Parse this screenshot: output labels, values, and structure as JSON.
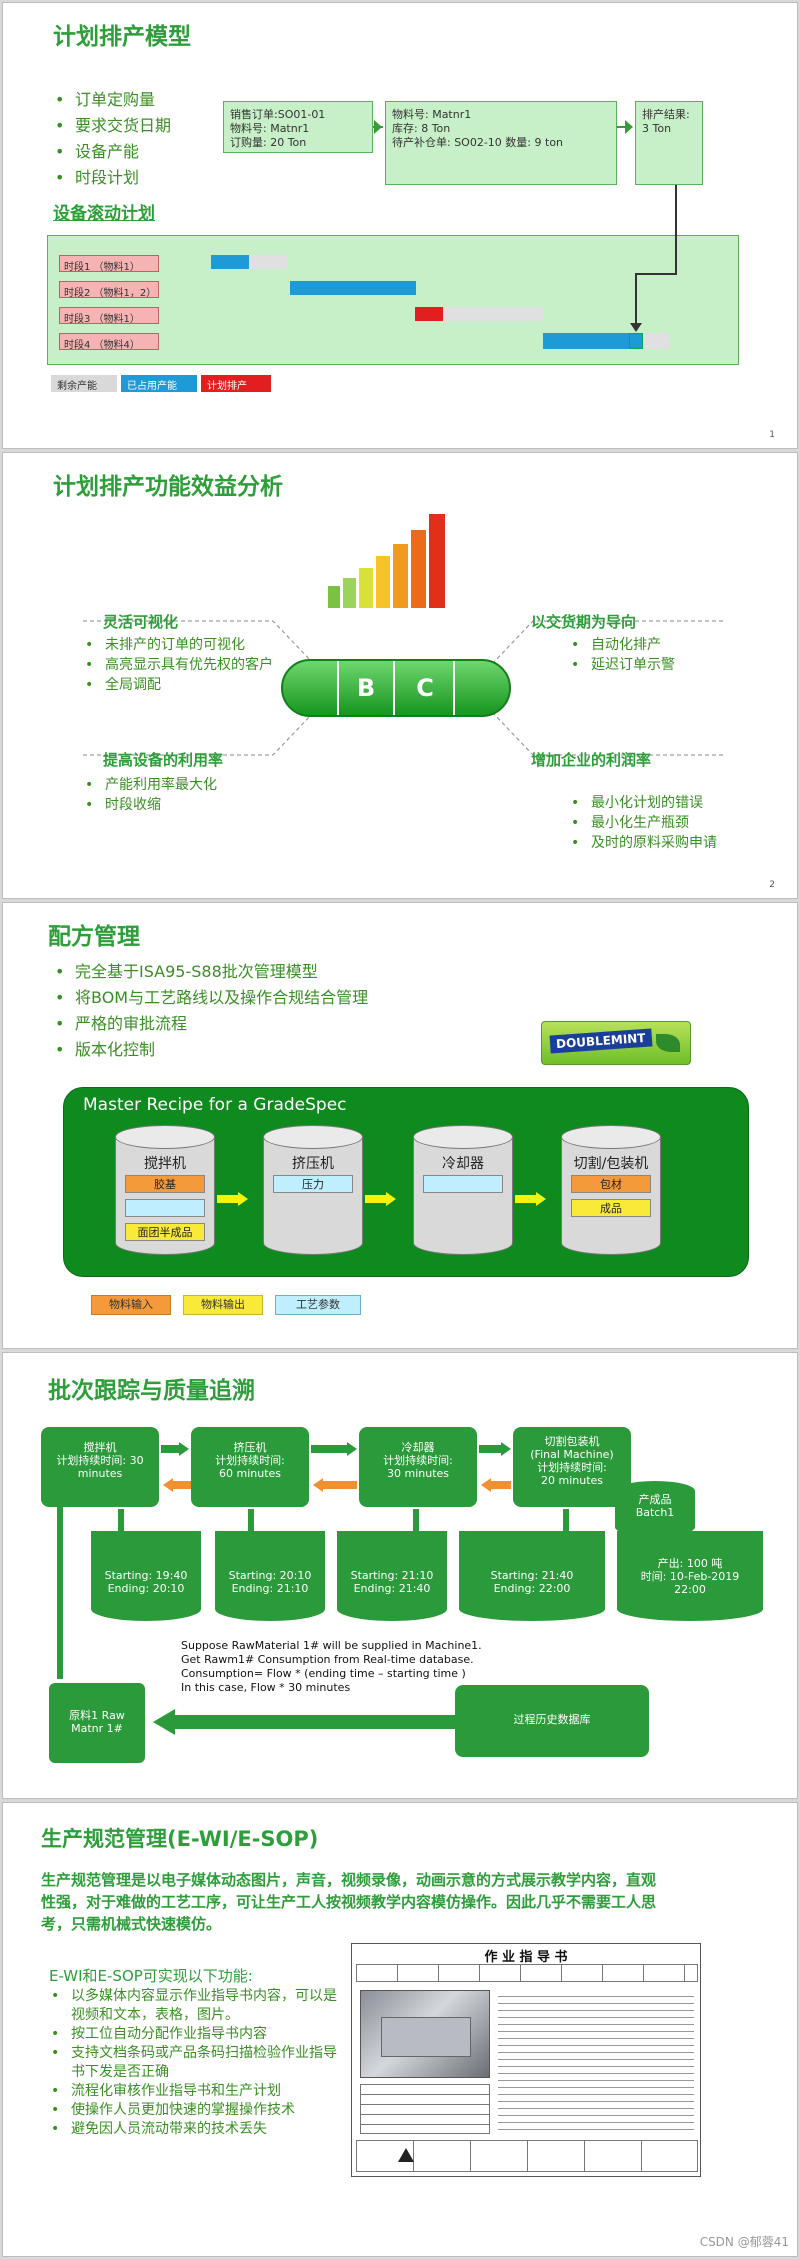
{
  "slide1": {
    "title": "计划排产模型",
    "bullets": [
      "订单定购量",
      "要求交货日期",
      "设备产能",
      "时段计划"
    ],
    "box1": [
      "销售订单:SO01-01",
      "物料号: Matnr1",
      "订购量: 20 Ton"
    ],
    "box2": [
      "物料号: Matnr1",
      "库存: 8 Ton",
      "待产补仓单: SO02-10  数量: 9 ton"
    ],
    "box3": [
      "排产结果:",
      "3 Ton"
    ],
    "subtitle": "设备滚动计划",
    "periods": [
      "时段1 （物料1）",
      "时段2 （物料1，2）",
      "时段3 （物料1）",
      "时段4 （物料4）"
    ],
    "bar_fraction": [
      0.5,
      0.7,
      0.4,
      0.55
    ],
    "legend": [
      "剩余产能",
      "已占用产能",
      "计划排产"
    ],
    "colors": {
      "remaining": "#d9d9d9",
      "occupied": "#1e9ad6",
      "planned": "#e31e1e",
      "period_fill": "#f6b3b3"
    },
    "page": "1"
  },
  "slide2": {
    "title": "计划排产功能效益分析",
    "q1_title": "灵活可视化",
    "q1_items": [
      "未排产的订单的可视化",
      "高亮显示具有优先权的客户",
      "全局调配"
    ],
    "q2_title": "以交货期为导向",
    "q2_items": [
      "自动化排产",
      "延迟订单示警"
    ],
    "q3_title": "提高设备的利用率",
    "q3_items": [
      "产能利用率最大化",
      "时段收缩"
    ],
    "q4_title": "增加企业的利润率",
    "q4_items": [
      "最小化计划的错误",
      "最小化生产瓶颈",
      "及时的原料采购申请"
    ],
    "pill": [
      "B",
      "C"
    ],
    "page": "2"
  },
  "slide3": {
    "title": "配方管理",
    "bullets": [
      "完全基于ISA95-S88批次管理模型",
      "将BOM与工艺路线以及操作合规结合管理",
      "严格的审批流程",
      "版本化控制"
    ],
    "logo_text": "DOUBLEMINT",
    "recipe_title": "Master Recipe for a GradeSpec",
    "units": [
      {
        "name": "搅拌机",
        "chips": [
          "胶基",
          "",
          "面团半成品"
        ]
      },
      {
        "name": "挤压机",
        "chips": [
          "压力"
        ]
      },
      {
        "name": "冷却器",
        "chips": [
          ""
        ]
      },
      {
        "name": "切割/包装机",
        "chips": [
          "包材",
          "成品"
        ]
      }
    ],
    "legend": [
      "物料输入",
      "物料输出",
      "工艺参数"
    ]
  },
  "slide4": {
    "title": "批次跟踪与质量追溯",
    "stations": [
      {
        "name": "搅拌机",
        "line2": "计划持续时间: 30",
        "line3": "minutes"
      },
      {
        "name": "挤压机",
        "line2": "计划持续时间:",
        "line3": "60 minutes"
      },
      {
        "name": "冷却器",
        "line2": "计划持续时间:",
        "line3": "30 minutes"
      },
      {
        "name": "切割包装机",
        "line2": "(Final Machine)",
        "line3": "计划持续时间:",
        "line4": "20 minutes"
      }
    ],
    "product": [
      "产成品",
      "Batch1"
    ],
    "times": [
      {
        "start": "Starting: 19:40",
        "end": "Ending:   20:10"
      },
      {
        "start": "Starting: 20:10",
        "end": "Ending:   21:10"
      },
      {
        "start": "Starting: 21:10",
        "end": "Ending:   21:40"
      },
      {
        "start": "Starting: 21:40",
        "end": "Ending:     22:00"
      }
    ],
    "output": [
      "产出: 100 吨",
      "时间: 10-Feb-2019",
      "22:00"
    ],
    "raw": [
      "原料1 Raw",
      "Matnr 1#"
    ],
    "history": "过程历史数据库",
    "note": [
      "Suppose RawMaterial 1# will be supplied in Machine1.",
      "Get Rawm1# Consumption from Real-time database.",
      "Consumption= Flow * (ending time – starting time )",
      "In this case, Flow * 30 minutes"
    ]
  },
  "slide5": {
    "title": "生产规范管理(E-WI/E-SOP)",
    "lead": "生产规范管理是以电子媒体动态图片，声音，视频录像，动画示意的方式展示教学内容，直观性强，对于难做的工艺工序，可让生产工人按视频教学内容模仿操作。因此几乎不需要工人思考，只需机械式快速模仿。",
    "intro": "E-WI和E-SOP可实现以下功能:",
    "items": [
      "以多媒体内容显示作业指导书内容，可以是视频和文本，表格，图片。",
      "按工位自动分配作业指导书内容",
      "支持文档条码或产品条码扫描检验作业指导书下发是否正确",
      "流程化审核作业指导书和生产计划",
      "使操作人员更加快速的掌握操作技术",
      "避免因人员流动带来的技术丢失"
    ],
    "doc_title": "作 业 指 导 书",
    "watermark": "CSDN @郁蓉41"
  }
}
